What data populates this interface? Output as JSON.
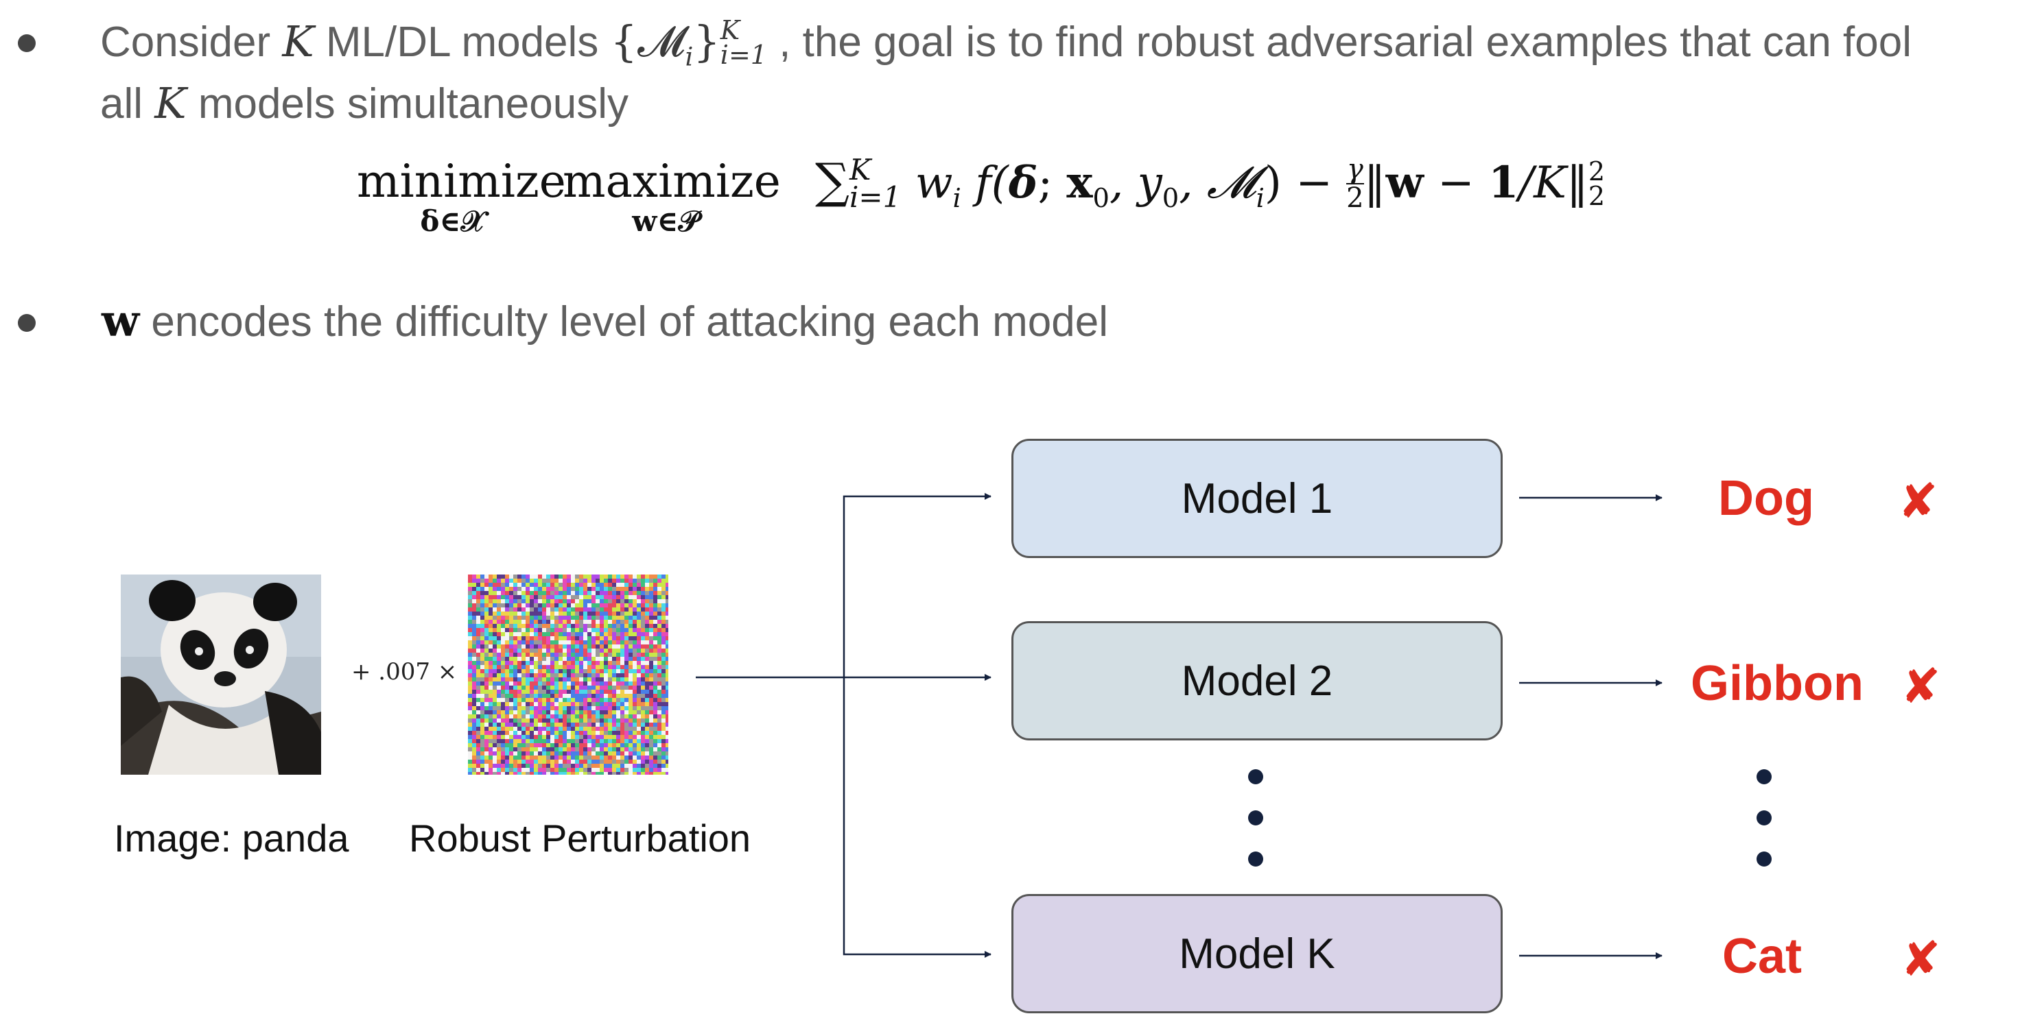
{
  "bullets": {
    "b1_part1": "Consider ",
    "b1_K": "K",
    "b1_part2": " ML/DL models ",
    "b1_set": "{𝓜",
    "b1_set_sub": "i",
    "b1_set_close": "}",
    "b1_set_sup": "K",
    "b1_set_range": "i=1",
    "b1_part3": " , the goal is to find robust adversarial examples that can fool",
    "b1_line2_part1": "all ",
    "b1_line2_K": "K",
    "b1_line2_part2": " models simultaneously",
    "b2_w": "w",
    "b2_text": " encodes the difficulty level of attacking each model"
  },
  "equation": {
    "op1_word": "minimize",
    "op1_under": "δ∈𝒳",
    "op2_word": "maximize",
    "op2_under": "w∈𝒫",
    "sum": "∑",
    "sum_sup": "K",
    "sum_sub": "i=1",
    "body": " w",
    "body_sub": "i",
    "body2": " f(",
    "delta": "δ",
    "body3": "; ",
    "x0": "x",
    "x0_sub": "0",
    "body4": ", y",
    "y0_sub": "0",
    "body5": ", 𝓜",
    "M_sub": "i",
    "body6": ") − ",
    "gamma_num": "γ",
    "gamma_den": "2",
    "norm_open": "‖",
    "norm_w": "w",
    "norm_minus": " − ",
    "norm_one": "1",
    "norm_rest": "/K‖",
    "norm_sup": "2",
    "norm_sub": "2"
  },
  "diagram": {
    "scalar": "+ .007 ×",
    "caption_image": "Image: panda",
    "caption_perturbation": "Robust Perturbation",
    "models": [
      {
        "label": "Model 1",
        "fill": "#d6e2f1",
        "output": "Dog"
      },
      {
        "label": "Model 2",
        "fill": "#d4dfe4",
        "output": "Gibbon"
      },
      {
        "label": "Model K",
        "fill": "#d9d3e8",
        "output": "Cat"
      }
    ],
    "cross_symbol": "✘",
    "arrow_color": "#14213d",
    "output_color": "#e02d20"
  }
}
